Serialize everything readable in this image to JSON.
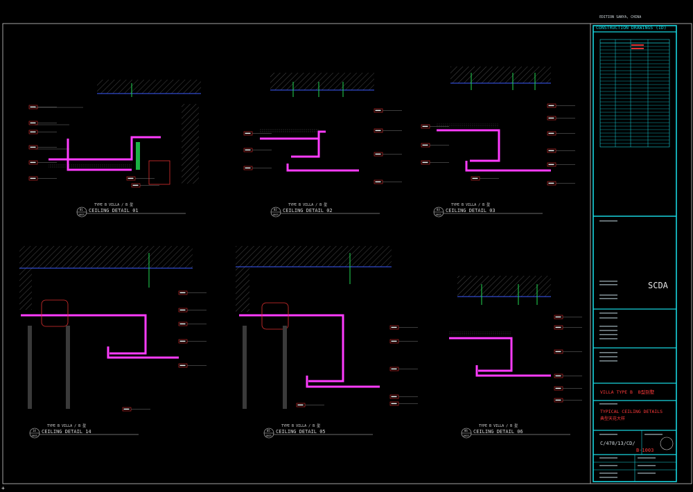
{
  "title_block": {
    "project_location": "EDITION SANYA, CHINA",
    "sheet_heading": "CONSTRUCTION DRAWINGS (ID)",
    "consultant_logo": "SCDA",
    "type_label": "VILLA TYPE B",
    "type_label_cn": "B型别墅",
    "drawing_title": "TYPICAL CEILING DETAILS",
    "drawing_title_cn": "典型天花大样",
    "drawing_no": "C/478/13/CD/",
    "sheet_no": "B-1003"
  },
  "details": [
    {
      "id": "01",
      "caption": "TYPE B VILLA / B 型",
      "title": "CEILING DETAIL 01",
      "sheet": "1003"
    },
    {
      "id": "02",
      "caption": "TYPE B VILLA / B 型",
      "title": "CEILING DETAIL 02",
      "sheet": "1003"
    },
    {
      "id": "03",
      "caption": "TYPE B VILLA / B 型",
      "title": "CEILING DETAIL 03",
      "sheet": "1003"
    },
    {
      "id": "14",
      "caption": "TYPE B VILLA / B 型",
      "title": "CEILING DETAIL 14",
      "sheet": "1003"
    },
    {
      "id": "05",
      "caption": "TYPE B VILLA / B 型",
      "title": "CEILING DETAIL 05",
      "sheet": "1003"
    },
    {
      "id": "06",
      "caption": "TYPE B VILLA / B 型",
      "title": "CEILING DETAIL 06",
      "sheet": "1003"
    }
  ]
}
